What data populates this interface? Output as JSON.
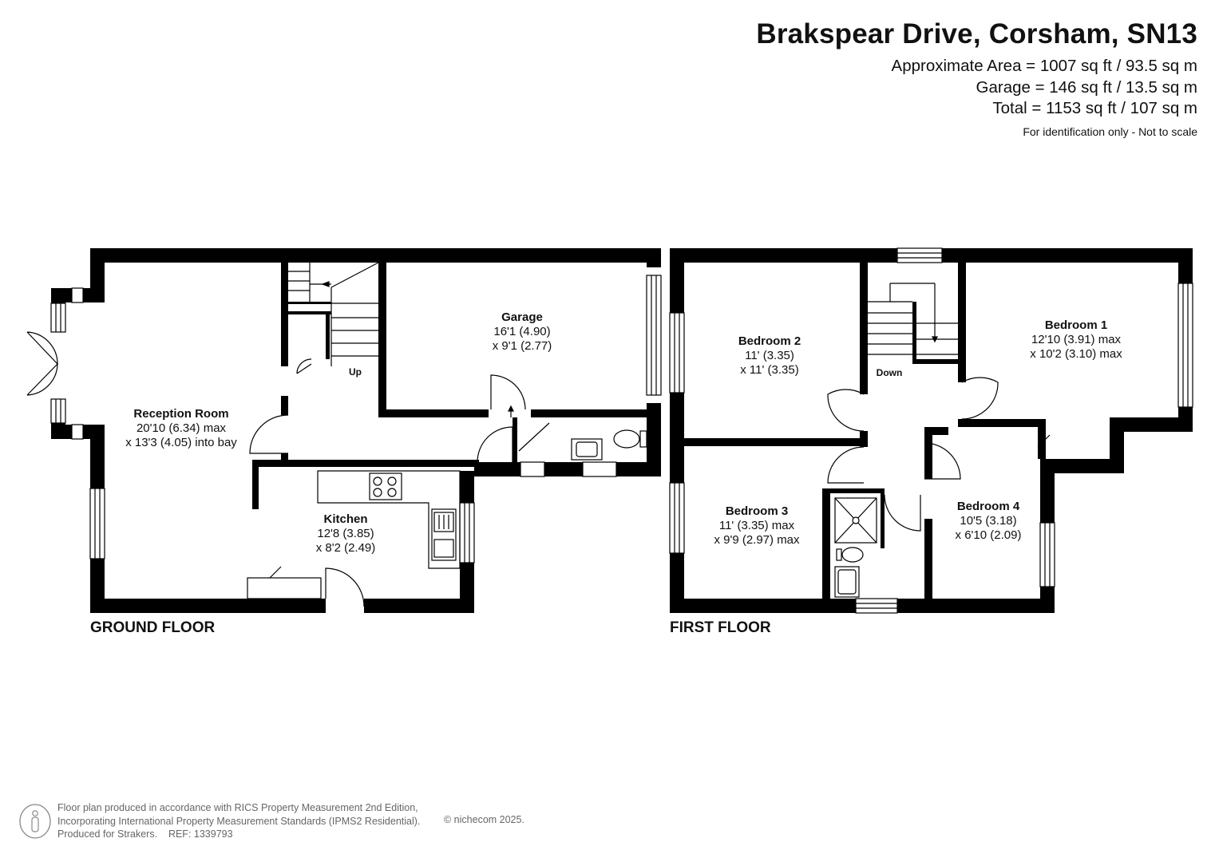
{
  "header": {
    "title": "Brakspear Drive, Corsham, SN13",
    "approx_area": "Approximate Area = 1007 sq ft / 93.5 sq m",
    "garage_area": "Garage = 146 sq ft / 13.5 sq m",
    "total_area": "Total = 1153 sq ft / 107 sq m",
    "disclaimer": "For identification only - Not to scale"
  },
  "ground_floor": {
    "label": "GROUND FLOOR",
    "stairs_label": "Up",
    "rooms": [
      {
        "name": "Reception Room",
        "dim1": "20'10 (6.34) max",
        "dim2": "x 13'3 (4.05) into bay"
      },
      {
        "name": "Garage",
        "dim1": "16'1 (4.90)",
        "dim2": "x 9'1 (2.77)"
      },
      {
        "name": "Kitchen",
        "dim1": "12'8 (3.85)",
        "dim2": "x 8'2 (2.49)"
      }
    ]
  },
  "first_floor": {
    "label": "FIRST FLOOR",
    "stairs_label": "Down",
    "rooms": [
      {
        "name": "Bedroom 2",
        "dim1": "11' (3.35)",
        "dim2": "x 11' (3.35)"
      },
      {
        "name": "Bedroom 1",
        "dim1": "12'10 (3.91) max",
        "dim2": "x 10'2 (3.10) max"
      },
      {
        "name": "Bedroom 3",
        "dim1": "11' (3.35) max",
        "dim2": "x 9'9 (2.97) max"
      },
      {
        "name": "Bedroom 4",
        "dim1": "10'5 (3.18)",
        "dim2": "x 6'10 (2.09)"
      }
    ]
  },
  "footer": {
    "line1": "Floor plan produced in accordance with RICS Property Measurement 2nd Edition,",
    "line2": "Incorporating International Property Measurement Standards (IPMS2 Residential).",
    "line3": "Produced for Strakers.    REF: 1339793",
    "copyright": "© nichecom 2025."
  },
  "colors": {
    "wall": "#000000",
    "fixture_line": "#000000",
    "footer_text": "#666666"
  }
}
